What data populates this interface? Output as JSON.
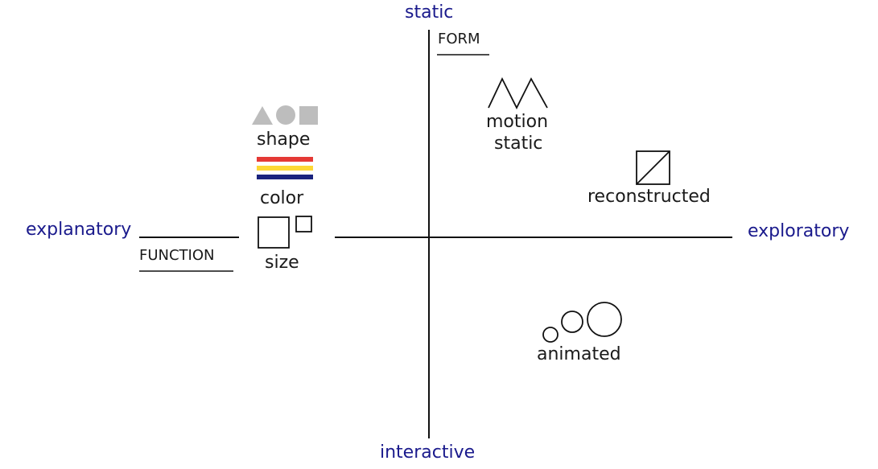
{
  "colors": {
    "axis_label": "#1a1a8c",
    "line": "#111111",
    "shape_gray": "#bdbdbd",
    "stripe_red": "#e53935",
    "stripe_yellow": "#fdd835",
    "stripe_navy": "#1a237e"
  },
  "axes": {
    "top": "static",
    "bottom": "interactive",
    "left": "explanatory",
    "right": "exploratory"
  },
  "dimensions": {
    "form": "FORM",
    "function": "FUNCTION"
  },
  "items": {
    "shape": "shape",
    "color": "color",
    "size": "size",
    "motion_static_line1": "motion",
    "motion_static_line2": "static",
    "reconstructed": "reconstructed",
    "animated": "animated"
  },
  "icons": {
    "shape": "shapes-icon",
    "color": "color-stripes-icon",
    "size": "size-squares-icon",
    "motion": "zigzag-motion-icon",
    "reconstructed": "diagonal-square-icon",
    "animated": "growing-circles-icon"
  }
}
